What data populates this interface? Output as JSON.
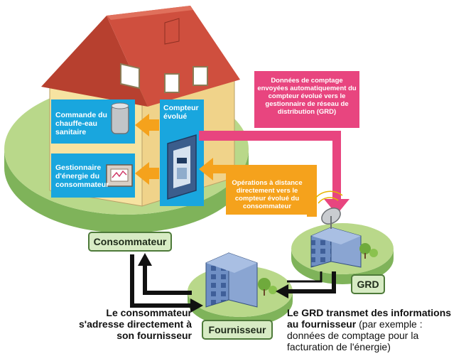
{
  "devices": {
    "water_heater": "Commande du chauffe-eau sanitaire",
    "energy_manager": "Gestionnaire d'énergie du consommateur",
    "smart_meter": "Compteur évolué"
  },
  "actors": {
    "consumer": "Consommateur",
    "supplier": "Fournisseur",
    "grd": "GRD"
  },
  "messages": {
    "metering_data": "Données de comptage envoyées automatiquement du compteur évolué vers le gestionnaire de réseau de distribution (GRD)",
    "remote_operations": "Opérations à distance directement vers le compteur évolué du consommateur"
  },
  "captions": {
    "consumer_to_supplier": "Le consommateur s'adresse directement à son fournisseur",
    "grd_bold": "Le GRD transmet des informations au fournisseur",
    "grd_rest": "(par exemple : données de comptage pour la facturation de l'énergie)"
  },
  "colors": {
    "cyan_panel": "#19a6de",
    "pink_arrow": "#e8457f",
    "orange_arrow": "#f5a21c",
    "ground_green": "#b9d88a",
    "roof_red": "#cf4f3e",
    "wall_yellow": "#f6e3a1",
    "building_blue": "#6f8fc4"
  }
}
